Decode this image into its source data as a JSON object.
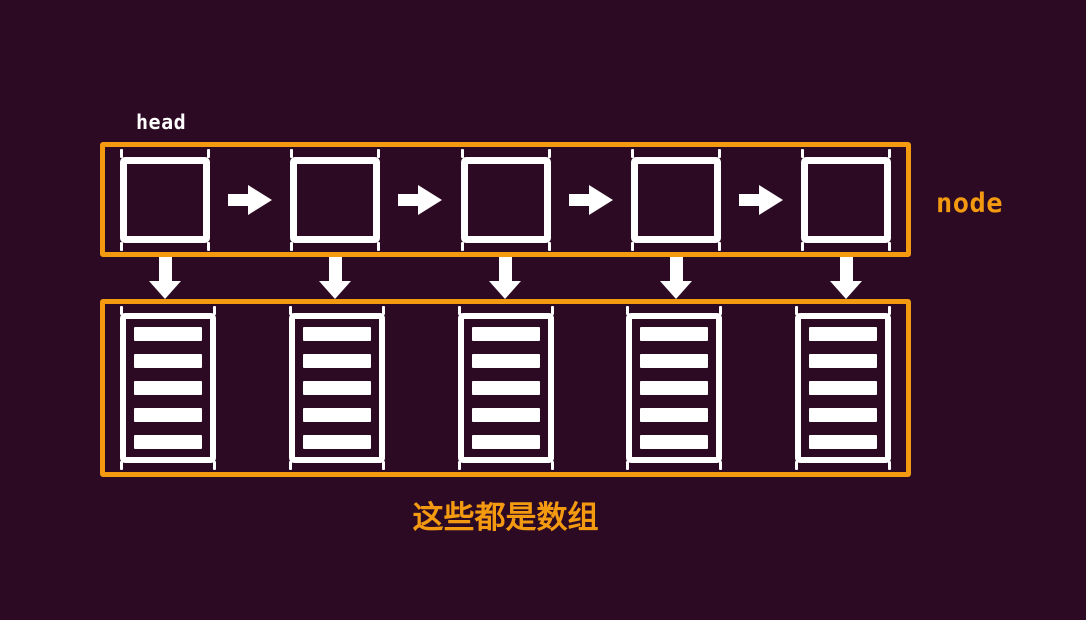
{
  "canvas": {
    "background": "#2d0a23",
    "accent": "#f49a10",
    "stroke": "#ffffff"
  },
  "labels": {
    "head": "head",
    "node": "node",
    "caption": "这些都是数组"
  },
  "diagram": {
    "description": "linked list of node squares, each node pointing down to an array block",
    "node_count": 5,
    "array_count": 5,
    "rows_per_array": 5
  }
}
